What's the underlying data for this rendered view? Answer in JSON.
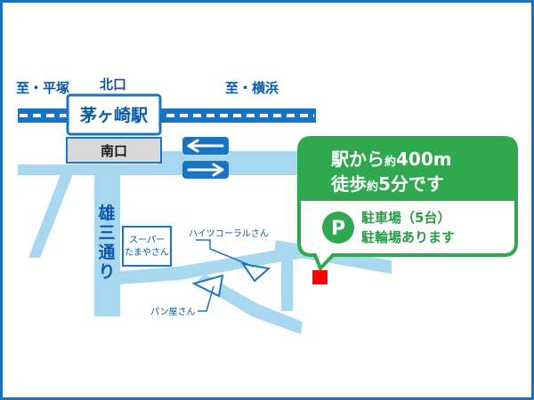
{
  "labels": {
    "to_hiratsuka": "至・平塚",
    "north_exit": "北口",
    "to_yokohama": "至・横浜",
    "station_name": "茅ヶ崎駅",
    "south_exit": "南口",
    "street": [
      "雄",
      "三",
      "通",
      "り"
    ],
    "supermarket_line1": "スーパー",
    "supermarket_line2": "たまやさん",
    "heights": "ハイツコーラルさん",
    "bakery": "パン屋さん"
  },
  "callout": {
    "distance_line1_a": "駅から",
    "distance_line1_b": "約",
    "distance_line1_c": "400m",
    "distance_line2_a": "徒歩",
    "distance_line2_b": "約",
    "distance_line2_c": "5分です",
    "parking_symbol": "P",
    "parking_line1": "駐車場（5台）",
    "parking_line2": "駐輪場あります"
  },
  "colors": {
    "frame": "#1a6fbf",
    "road": "#a8d8f0",
    "rail": "#1a74c4",
    "station_fill": "#ffffff",
    "south_exit_fill": "#d9d9d9",
    "callout_green": "#2fa84f",
    "destination": "#ff0000",
    "text_blue": "#0a58a8"
  },
  "icons": {
    "direction_arrows": "two-way-arrow-icon",
    "parking": "parking-icon",
    "destination": "destination-marker-icon"
  }
}
